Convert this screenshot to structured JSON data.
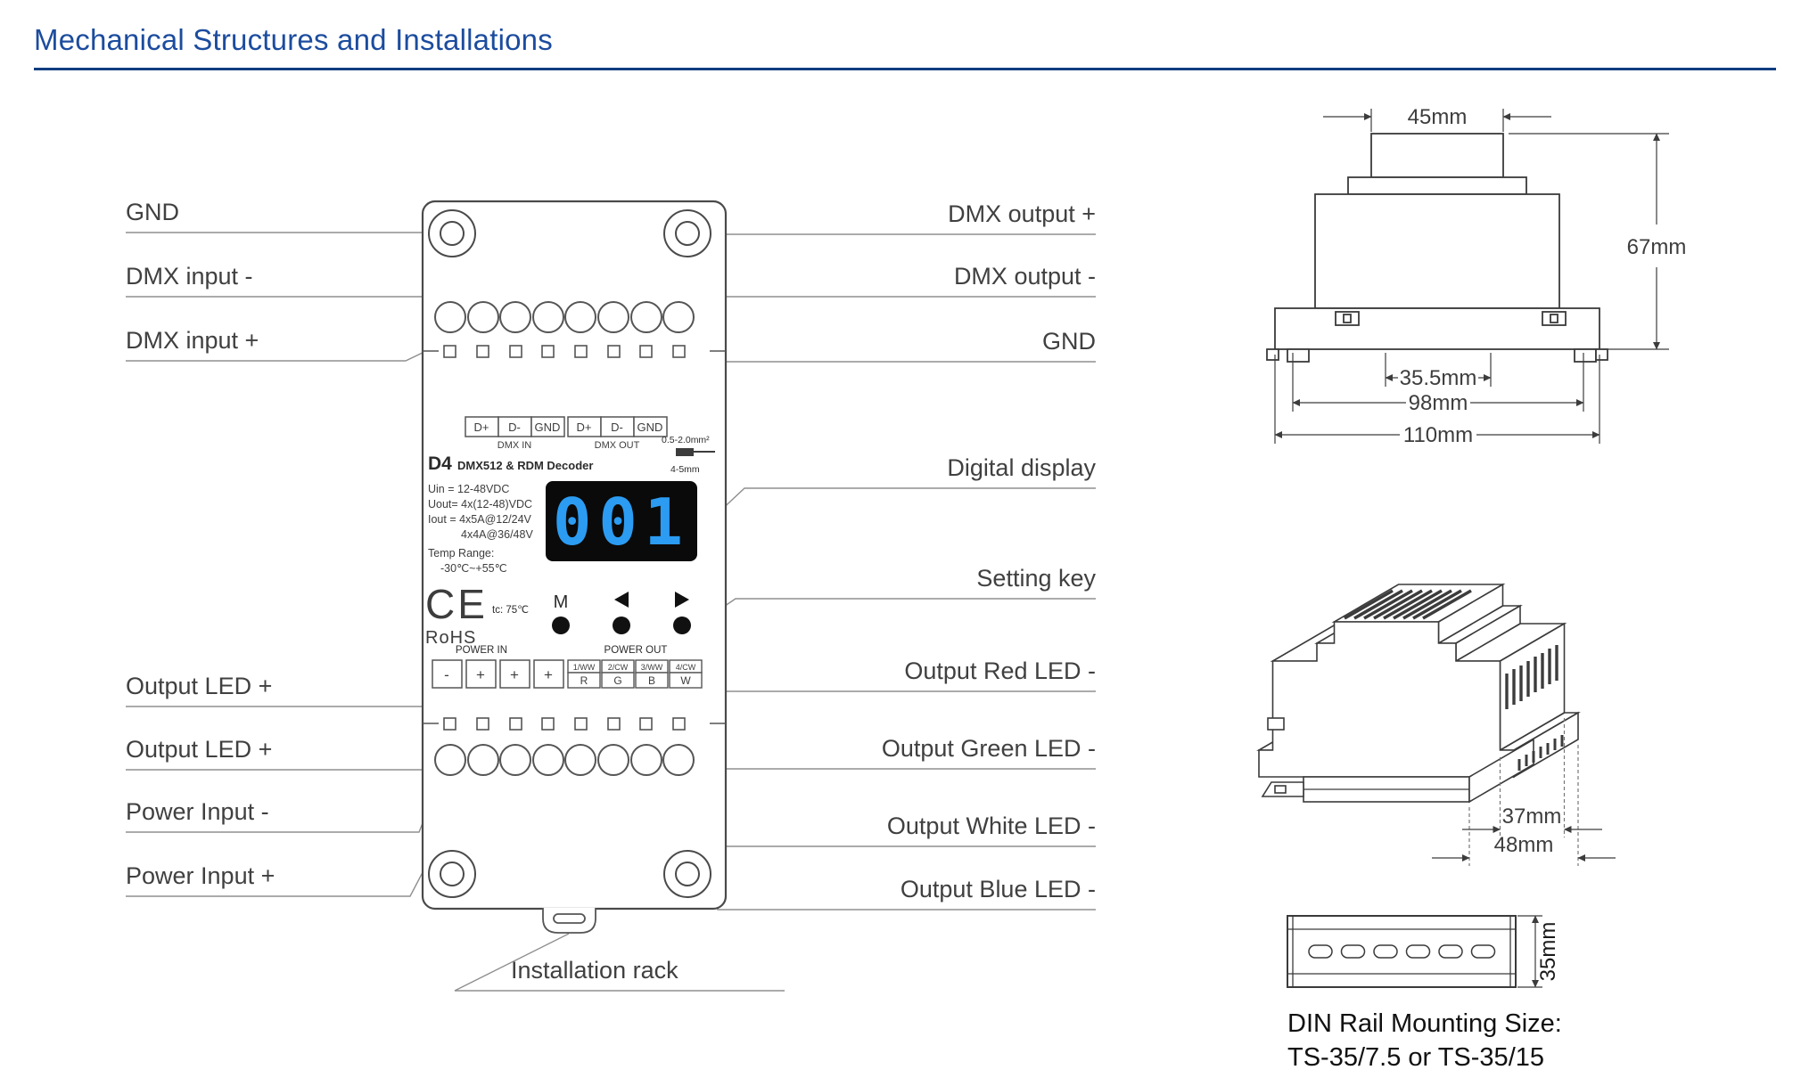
{
  "title": "Mechanical Structures and Installations",
  "labels_left": [
    "GND",
    "DMX input -",
    "DMX input +",
    "Output LED +",
    "Output LED +",
    "Power Input -",
    "Power Input +"
  ],
  "labels_right": [
    "DMX output +",
    "DMX output -",
    "GND",
    "Digital display",
    "Setting key",
    "Output Red LED -",
    "Output Green LED -",
    "Output White LED -",
    "Output Blue LED -"
  ],
  "label_installation": "Installation rack",
  "device": {
    "model": "D4",
    "model_desc": "DMX512 & RDM Decoder",
    "dmx_terminals": [
      "D+",
      "D-",
      "GND",
      "D+",
      "D-",
      "GND"
    ],
    "dmx_in": "DMX IN",
    "dmx_out": "DMX OUT",
    "wire_gauge": "0.5-2.0mm²",
    "strip_length": "4-5mm",
    "spec_uin": "Uin  = 12-48VDC",
    "spec_uout": "Uout= 4x(12-48)VDC",
    "spec_iout": "Iout = 4x5A@12/24V",
    "spec_iout2": "4x4A@36/48V",
    "spec_temp_label": "Temp Range:",
    "spec_temp_value": "-30℃~+55℃",
    "display_value": "001",
    "ce_mark": "CE",
    "tc_note": "tc: 75℃",
    "rohs": "RoHS",
    "key_m": "M",
    "power_in": "POWER IN",
    "power_out": "POWER OUT",
    "power_in_terminals": [
      "-",
      "+",
      "+",
      "+"
    ],
    "power_out_channels": [
      "1/WW",
      "2/CW",
      "3/WW",
      "4/CW"
    ],
    "power_out_colors": [
      "R",
      "G",
      "B",
      "W"
    ]
  },
  "dims": {
    "top_width": "45mm",
    "height": "67mm",
    "clip_span": "35.5mm",
    "body_width": "98mm",
    "base_width": "110mm",
    "body_depth": "37mm",
    "total_depth": "48mm",
    "rail_height": "35mm"
  },
  "din_note_line1": "DIN Rail Mounting Size:",
  "din_note_line2": "TS-35/7.5 or TS-35/15",
  "colors": {
    "title_accent": "#1c4c9e",
    "display_digits": "#2b9cf2",
    "leader_line": "#8f8f8f"
  }
}
